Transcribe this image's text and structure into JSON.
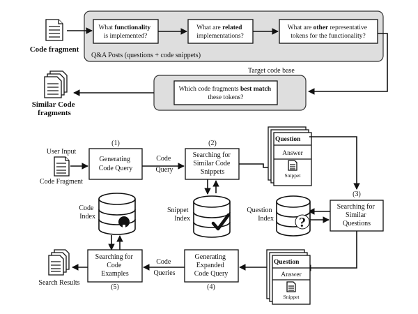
{
  "top": {
    "code_fragment": "Code fragment",
    "q1": [
      "What ",
      "functionality",
      "is implemented?"
    ],
    "q2": [
      "What are ",
      "related",
      "implementations?"
    ],
    "q3": [
      "What are ",
      "other",
      " representative",
      "tokens for the functionality?"
    ],
    "qa_posts": "Q&A Posts (questions + code snippets)",
    "target_code_base": "Target code base",
    "q4": [
      "Which code fragments ",
      "best match",
      "these tokens?"
    ],
    "similar": [
      "Similar Code",
      "fragments"
    ]
  },
  "bottom": {
    "user_input": "User Input",
    "code_fragment": "Code Fragment",
    "step1": "(1)",
    "box1": [
      "Generating",
      "Code Query"
    ],
    "code_query": [
      "Code",
      "Query"
    ],
    "step2": "(2)",
    "box2": [
      "Searching for",
      "Similar Code",
      "Snippets"
    ],
    "question": "Question",
    "answer": "Answer",
    "snippet": "Snippet",
    "step3": "(3)",
    "box3": [
      "Searching for",
      "Similar",
      "Questions"
    ],
    "code_index": [
      "Code",
      "Index"
    ],
    "snippet_index": [
      "Snippet",
      "Index"
    ],
    "question_index": [
      "Question",
      "Index"
    ],
    "box5": [
      "Searching for",
      "Code",
      "Examples"
    ],
    "step5": "(5)",
    "code_queries": [
      "Code",
      "Queries"
    ],
    "box4": [
      "Generating",
      "Expanded",
      "Code Query"
    ],
    "step4": "(4)",
    "search_results": "Search Results"
  }
}
